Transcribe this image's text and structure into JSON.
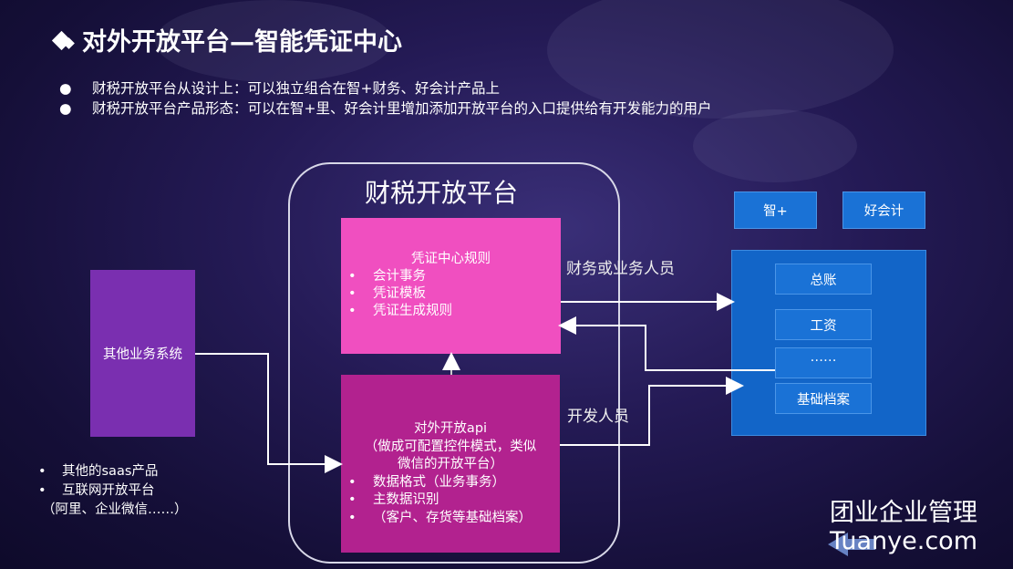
{
  "title": "对外开放平台—智能凭证中心",
  "bullets": [
    "财税开放平台从设计上：可以独立组合在智+财务、好会计产品上",
    "财税开放平台产品形态：可以在智+里、好会计里增加添加开放平台的入口提供给有开发能力的用户"
  ],
  "platform": {
    "title": "财税开放平台"
  },
  "voucher_rules": {
    "title": "凭证中心规则",
    "items": [
      "会计事务",
      "凭证模板",
      "凭证生成规则"
    ]
  },
  "open_api": {
    "title_lines": [
      "对外开放api",
      "（做成可配置控件模式，类似",
      "微信的开放平台）"
    ],
    "items": [
      "数据格式（业务事务）",
      "主数据识别",
      "（客户、存货等基础档案）"
    ]
  },
  "other_systems": {
    "label": "其他业务系统"
  },
  "left_list": {
    "items": [
      "其他的saas产品",
      "互联网开放平台"
    ],
    "note": "（阿里、企业微信……）"
  },
  "flow_labels": {
    "finance_users": "财务或业务人员",
    "developers": "开发人员"
  },
  "products": {
    "zhi_plus": "智+",
    "hao_kuaiji": "好会计"
  },
  "modules": [
    "总账",
    "工资",
    "……",
    "",
    "基础档案"
  ],
  "brand": {
    "cn": "团业企业管理",
    "en": "Tuanye.com"
  }
}
